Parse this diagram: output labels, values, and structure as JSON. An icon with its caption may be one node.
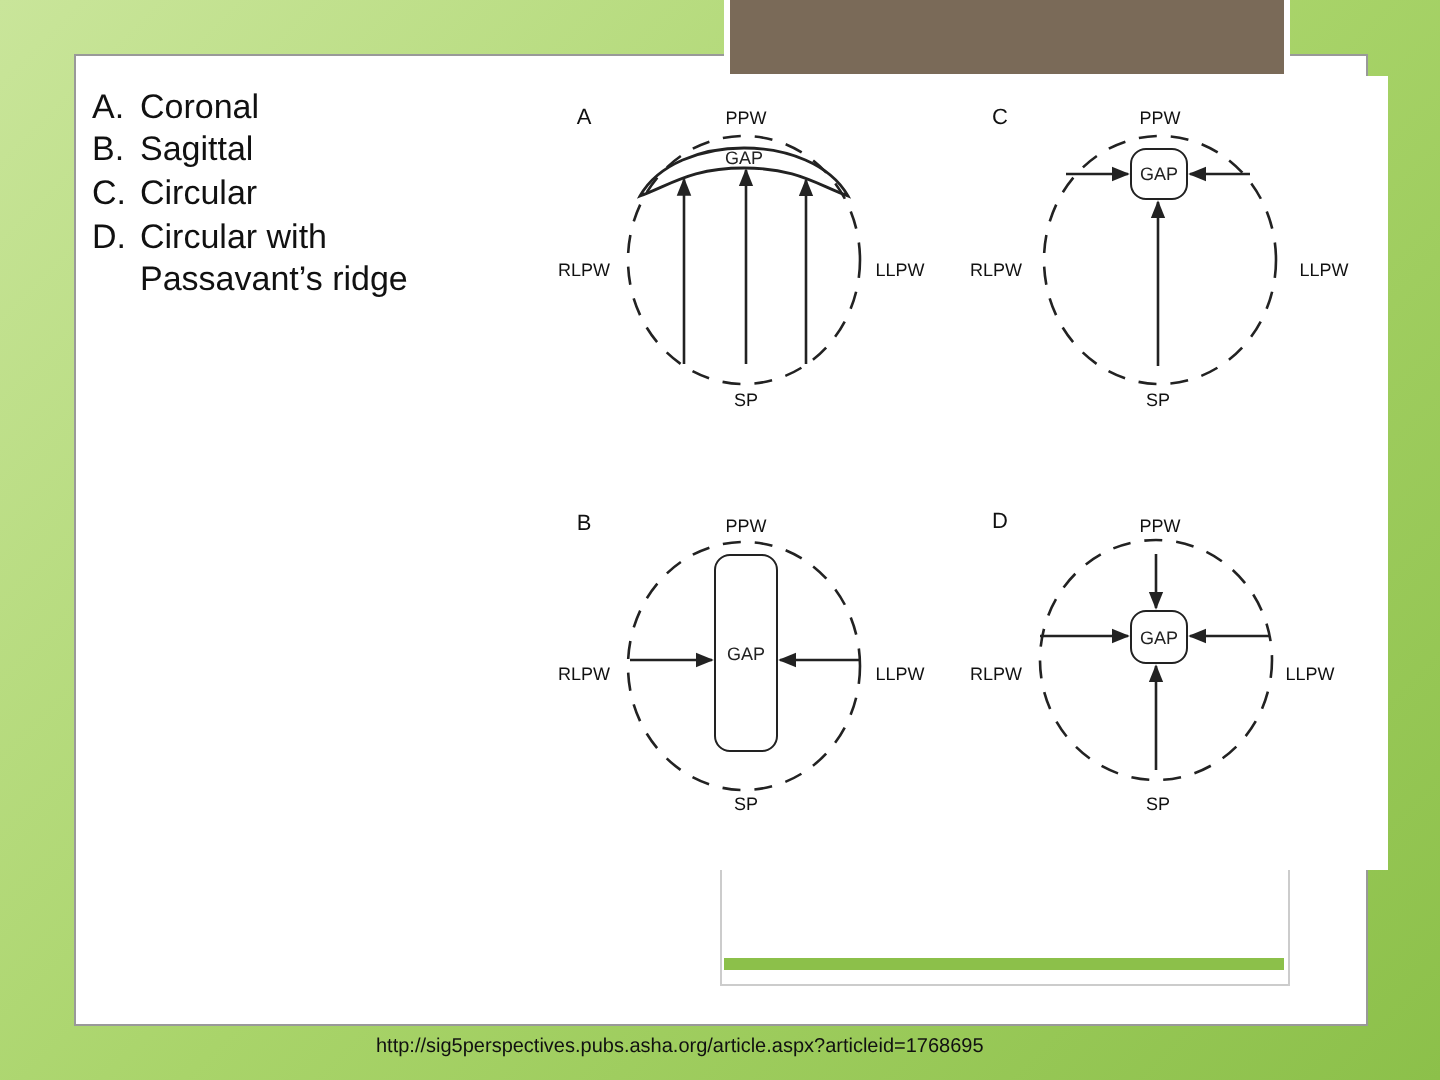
{
  "diagram": {
    "nodes": [
      {
        "text": [
          "GAP"
        ]
      },
      {
        "text": [
          "GAP"
        ]
      },
      {
        "text": [
          "GAP"
        ]
      },
      {
        "text": [
          "GAP"
        ]
      }
    ],
    "edges": [
      {
        "from": null,
        "to": 0,
        "arrow": "to"
      },
      {
        "from": null,
        "to": 0,
        "arrow": "to"
      },
      {
        "from": null,
        "to": 0,
        "arrow": "to"
      },
      {
        "from": null,
        "to": 1,
        "arrow": "to"
      },
      {
        "from": null,
        "to": 1,
        "arrow": "to"
      },
      {
        "from": null,
        "to": 1,
        "arrow": "to"
      },
      {
        "from": null,
        "to": 2,
        "arrow": "to"
      },
      {
        "from": null,
        "to": 2,
        "arrow": "to"
      },
      {
        "from": null,
        "to": 3,
        "arrow": "to"
      },
      {
        "from": null,
        "to": 3,
        "arrow": "to"
      },
      {
        "from": null,
        "to": 3,
        "arrow": "to"
      },
      {
        "from": null,
        "to": 3,
        "arrow": "to"
      }
    ],
    "labels": [
      "A.",
      "Coronal",
      "B.",
      "Sagittal",
      "C.",
      "Circular",
      "D.",
      "Circular with Passavant’s ridge",
      "A",
      "PPW",
      "C",
      "PPW",
      "RLPW",
      "LLPW",
      "RLPW",
      "LLPW",
      "SP",
      "SP",
      "B",
      "PPW",
      "D",
      "PPW",
      "RLPW",
      "LLPW",
      "RLPW",
      "LLPW",
      "SP",
      "SP",
      "http://sig5perspectives.pubs.asha.org/article.aspx?articleid=1768695"
    ]
  }
}
